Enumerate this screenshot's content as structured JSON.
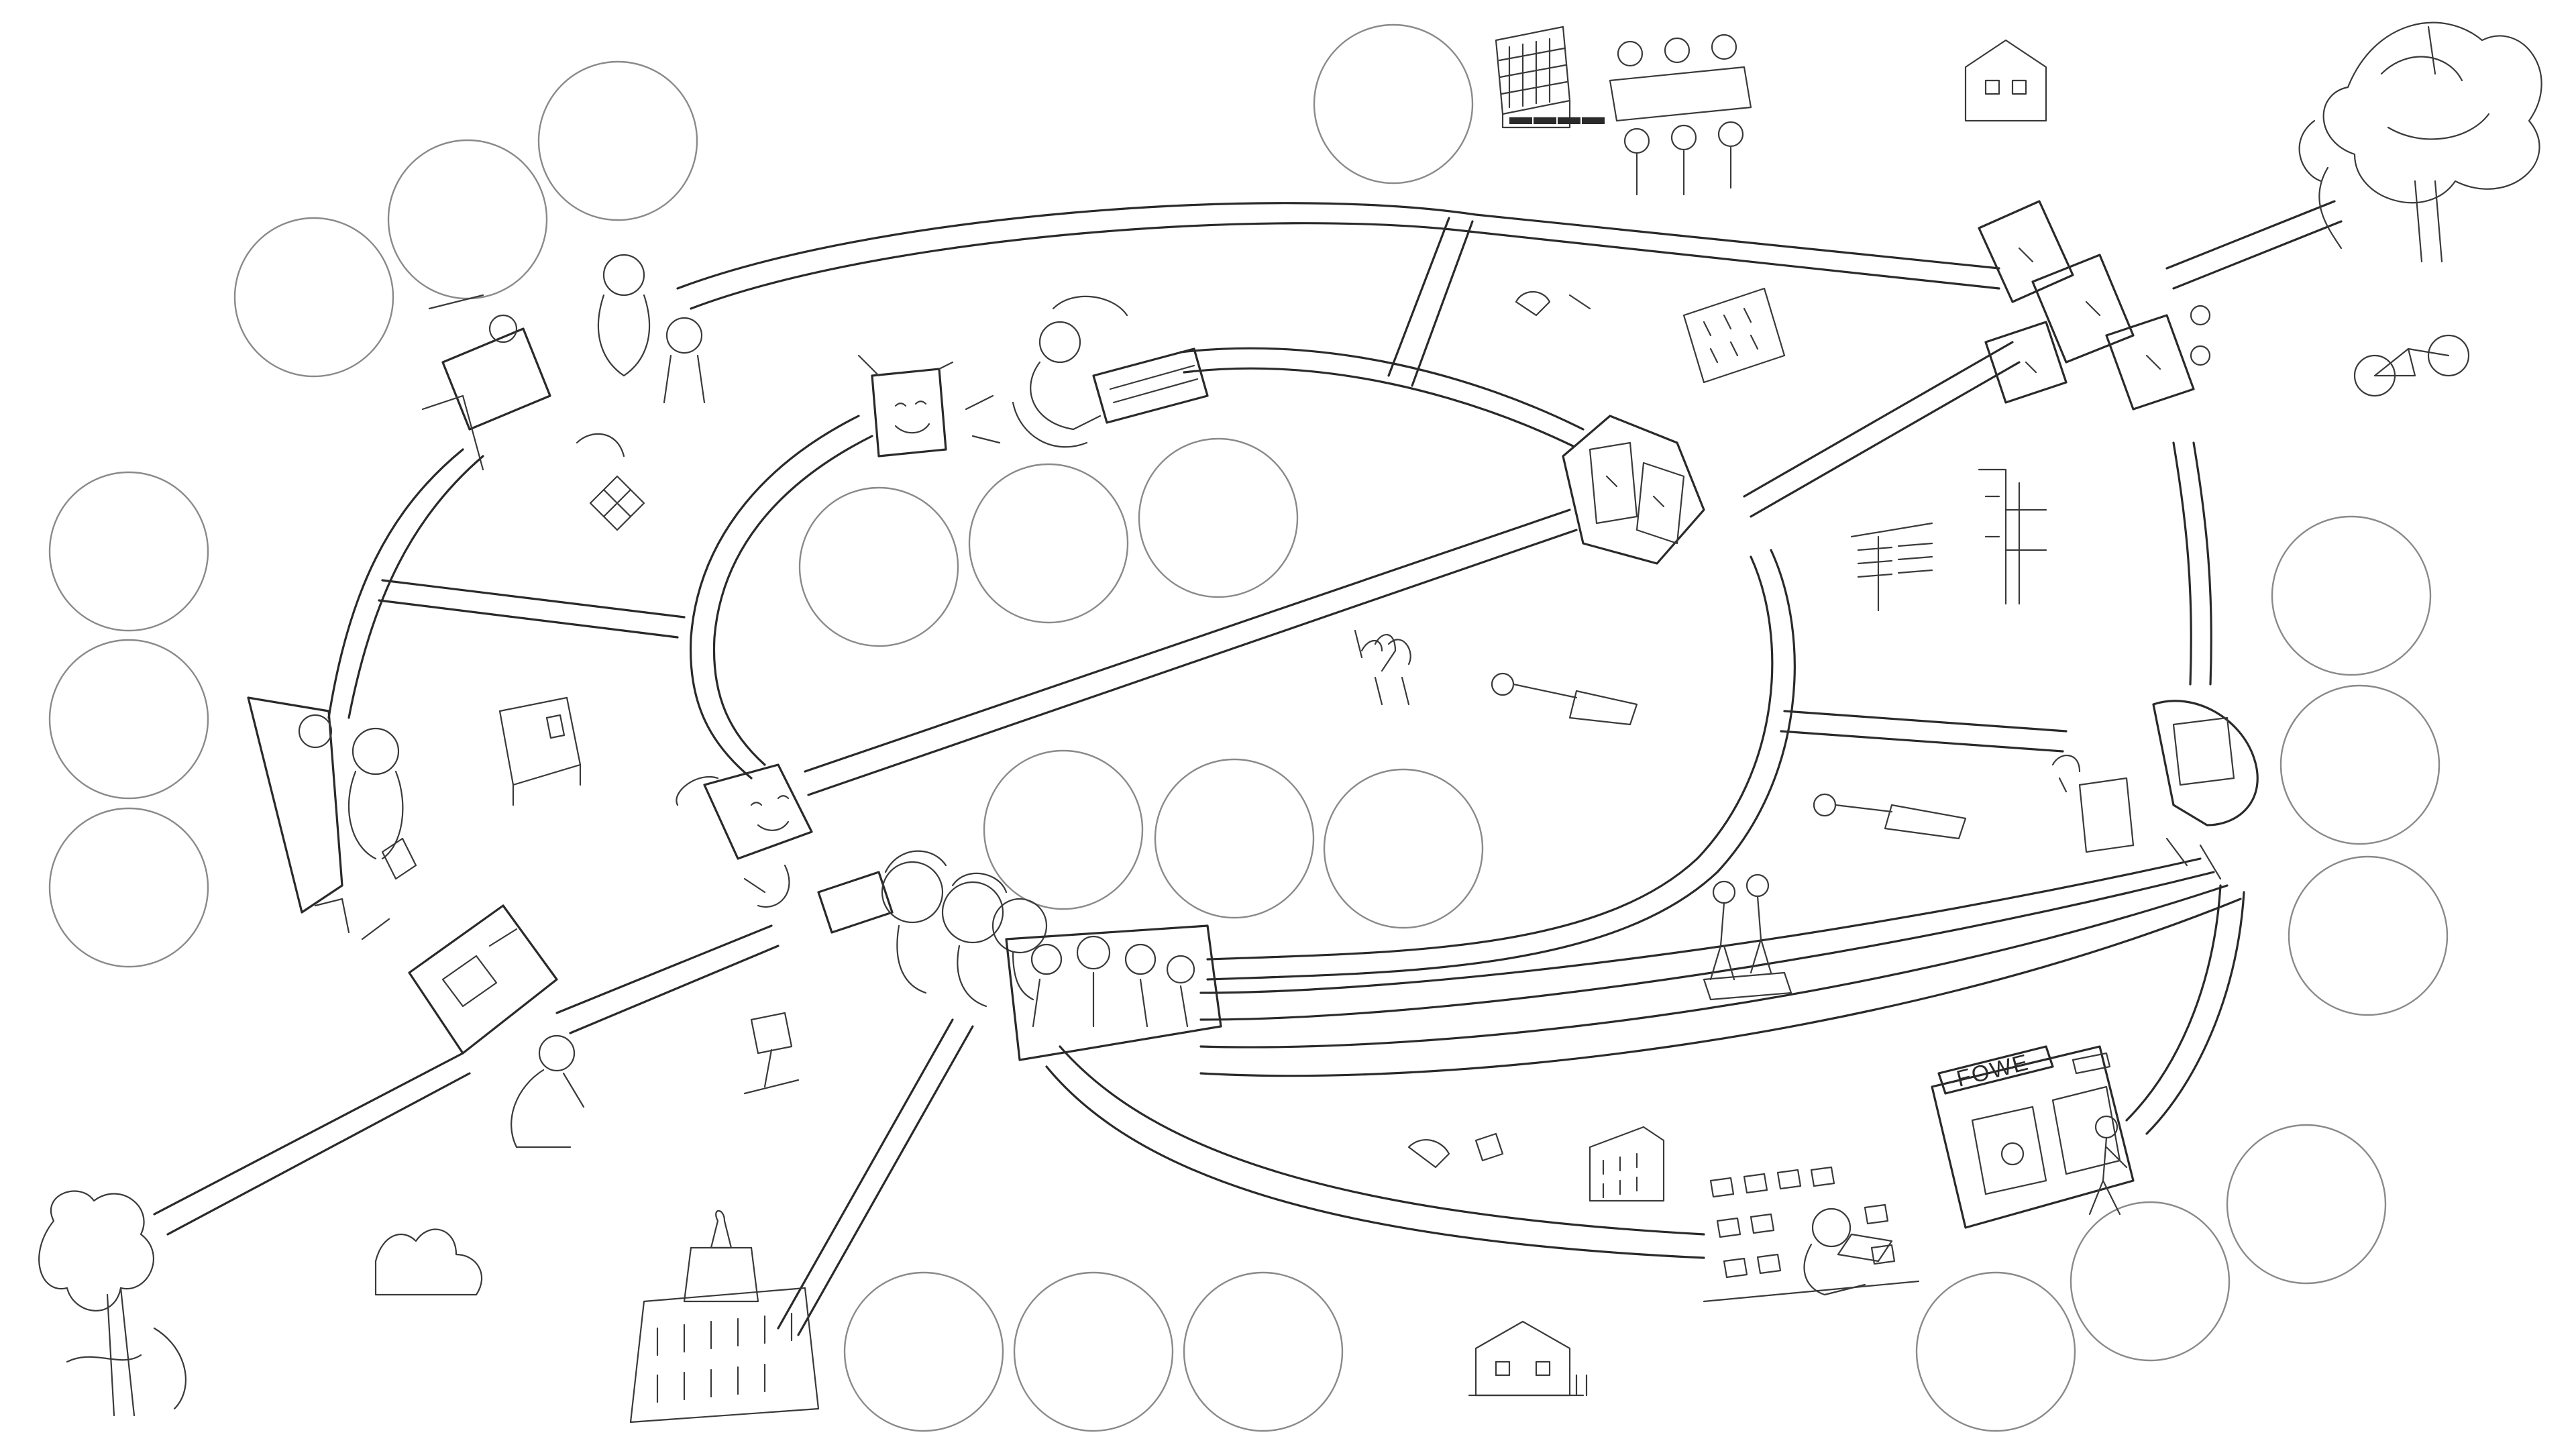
{
  "board": {
    "background": "#ffffff",
    "ink_color": "#2a2a2a",
    "slot_color": "#8a8a8a"
  },
  "slot_groups": [
    {
      "name": "top-left-arc",
      "count": 3
    },
    {
      "name": "top-center",
      "count": 1
    },
    {
      "name": "left-column",
      "count": 3
    },
    {
      "name": "inner-top",
      "count": 3
    },
    {
      "name": "inner-center",
      "count": 3
    },
    {
      "name": "right-column",
      "count": 3
    },
    {
      "name": "bottom-center",
      "count": 3
    },
    {
      "name": "bottom-right-arc",
      "count": 3
    }
  ],
  "vignettes": [
    {
      "name": "tree-top-right",
      "icon": "tree-icon"
    },
    {
      "name": "office-tower",
      "icon": "building-icon"
    },
    {
      "name": "meeting-table",
      "icon": "people-icon"
    },
    {
      "name": "small-house-top",
      "icon": "house-icon"
    },
    {
      "name": "rolling-devices",
      "icon": "device-icon"
    },
    {
      "name": "bike",
      "icon": "bike-icon"
    },
    {
      "name": "workshop-group",
      "icon": "people-icon"
    },
    {
      "name": "laptop-worker",
      "icon": "laptop-icon"
    },
    {
      "name": "smartphone-smiling",
      "icon": "phone-icon"
    },
    {
      "name": "phones-cluster",
      "icon": "phone-icon"
    },
    {
      "name": "apartment-block",
      "icon": "building-icon"
    },
    {
      "name": "hand-holding-phone",
      "icon": "phone-icon"
    },
    {
      "name": "selfie-group",
      "icon": "camera-icon"
    },
    {
      "name": "family-photo",
      "icon": "people-icon"
    },
    {
      "name": "tram-traffic",
      "icon": "traffic-icon"
    },
    {
      "name": "walking-couple",
      "icon": "people-icon"
    },
    {
      "name": "town-hall",
      "icon": "building-icon"
    },
    {
      "name": "shop-front",
      "icon": "shop-icon"
    },
    {
      "name": "call-center",
      "icon": "headset-icon"
    },
    {
      "name": "small-house-bottom",
      "icon": "house-icon"
    },
    {
      "name": "tree-bottom-left",
      "icon": "tree-icon"
    },
    {
      "name": "parking-meter",
      "icon": "parking-icon"
    },
    {
      "name": "ticket-machine",
      "icon": "machine-icon"
    },
    {
      "name": "mirror-phone",
      "icon": "phone-icon"
    }
  ],
  "signs": {
    "shop_sign": "FOWE"
  }
}
